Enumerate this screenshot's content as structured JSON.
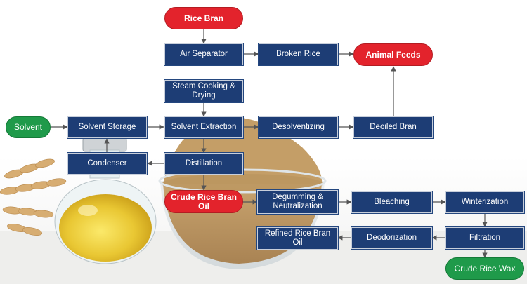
{
  "diagram": {
    "nodes": {
      "rice_bran": "Rice Bran",
      "air_separator": "Air Separator",
      "broken_rice": "Broken Rice",
      "animal_feeds": "Animal Feeds",
      "steam_cooking": "Steam Cooking & Drying",
      "solvent": "Solvent",
      "solvent_storage": "Solvent Storage",
      "solvent_extraction": "Solvent Extraction",
      "desolventizing": "Desolventizing",
      "deoiled_bran": "Deoiled Bran",
      "condenser": "Condenser",
      "distillation": "Distillation",
      "crude_rice_bran_oil": "Crude Rice Bran Oil",
      "degumming": "Degumming & Neutralization",
      "bleaching": "Bleaching",
      "winterization": "Winterization",
      "refined_oil": "Refined Rice Bran Oil",
      "deodorization": "Deodorization",
      "filtration": "Filtration",
      "crude_rice_wax": "Crude Rice  Wax"
    },
    "colors": {
      "process_box": "#1d3d75",
      "product_red": "#e3232c",
      "input_green": "#1f9a4a",
      "arrow": "#555555"
    }
  }
}
